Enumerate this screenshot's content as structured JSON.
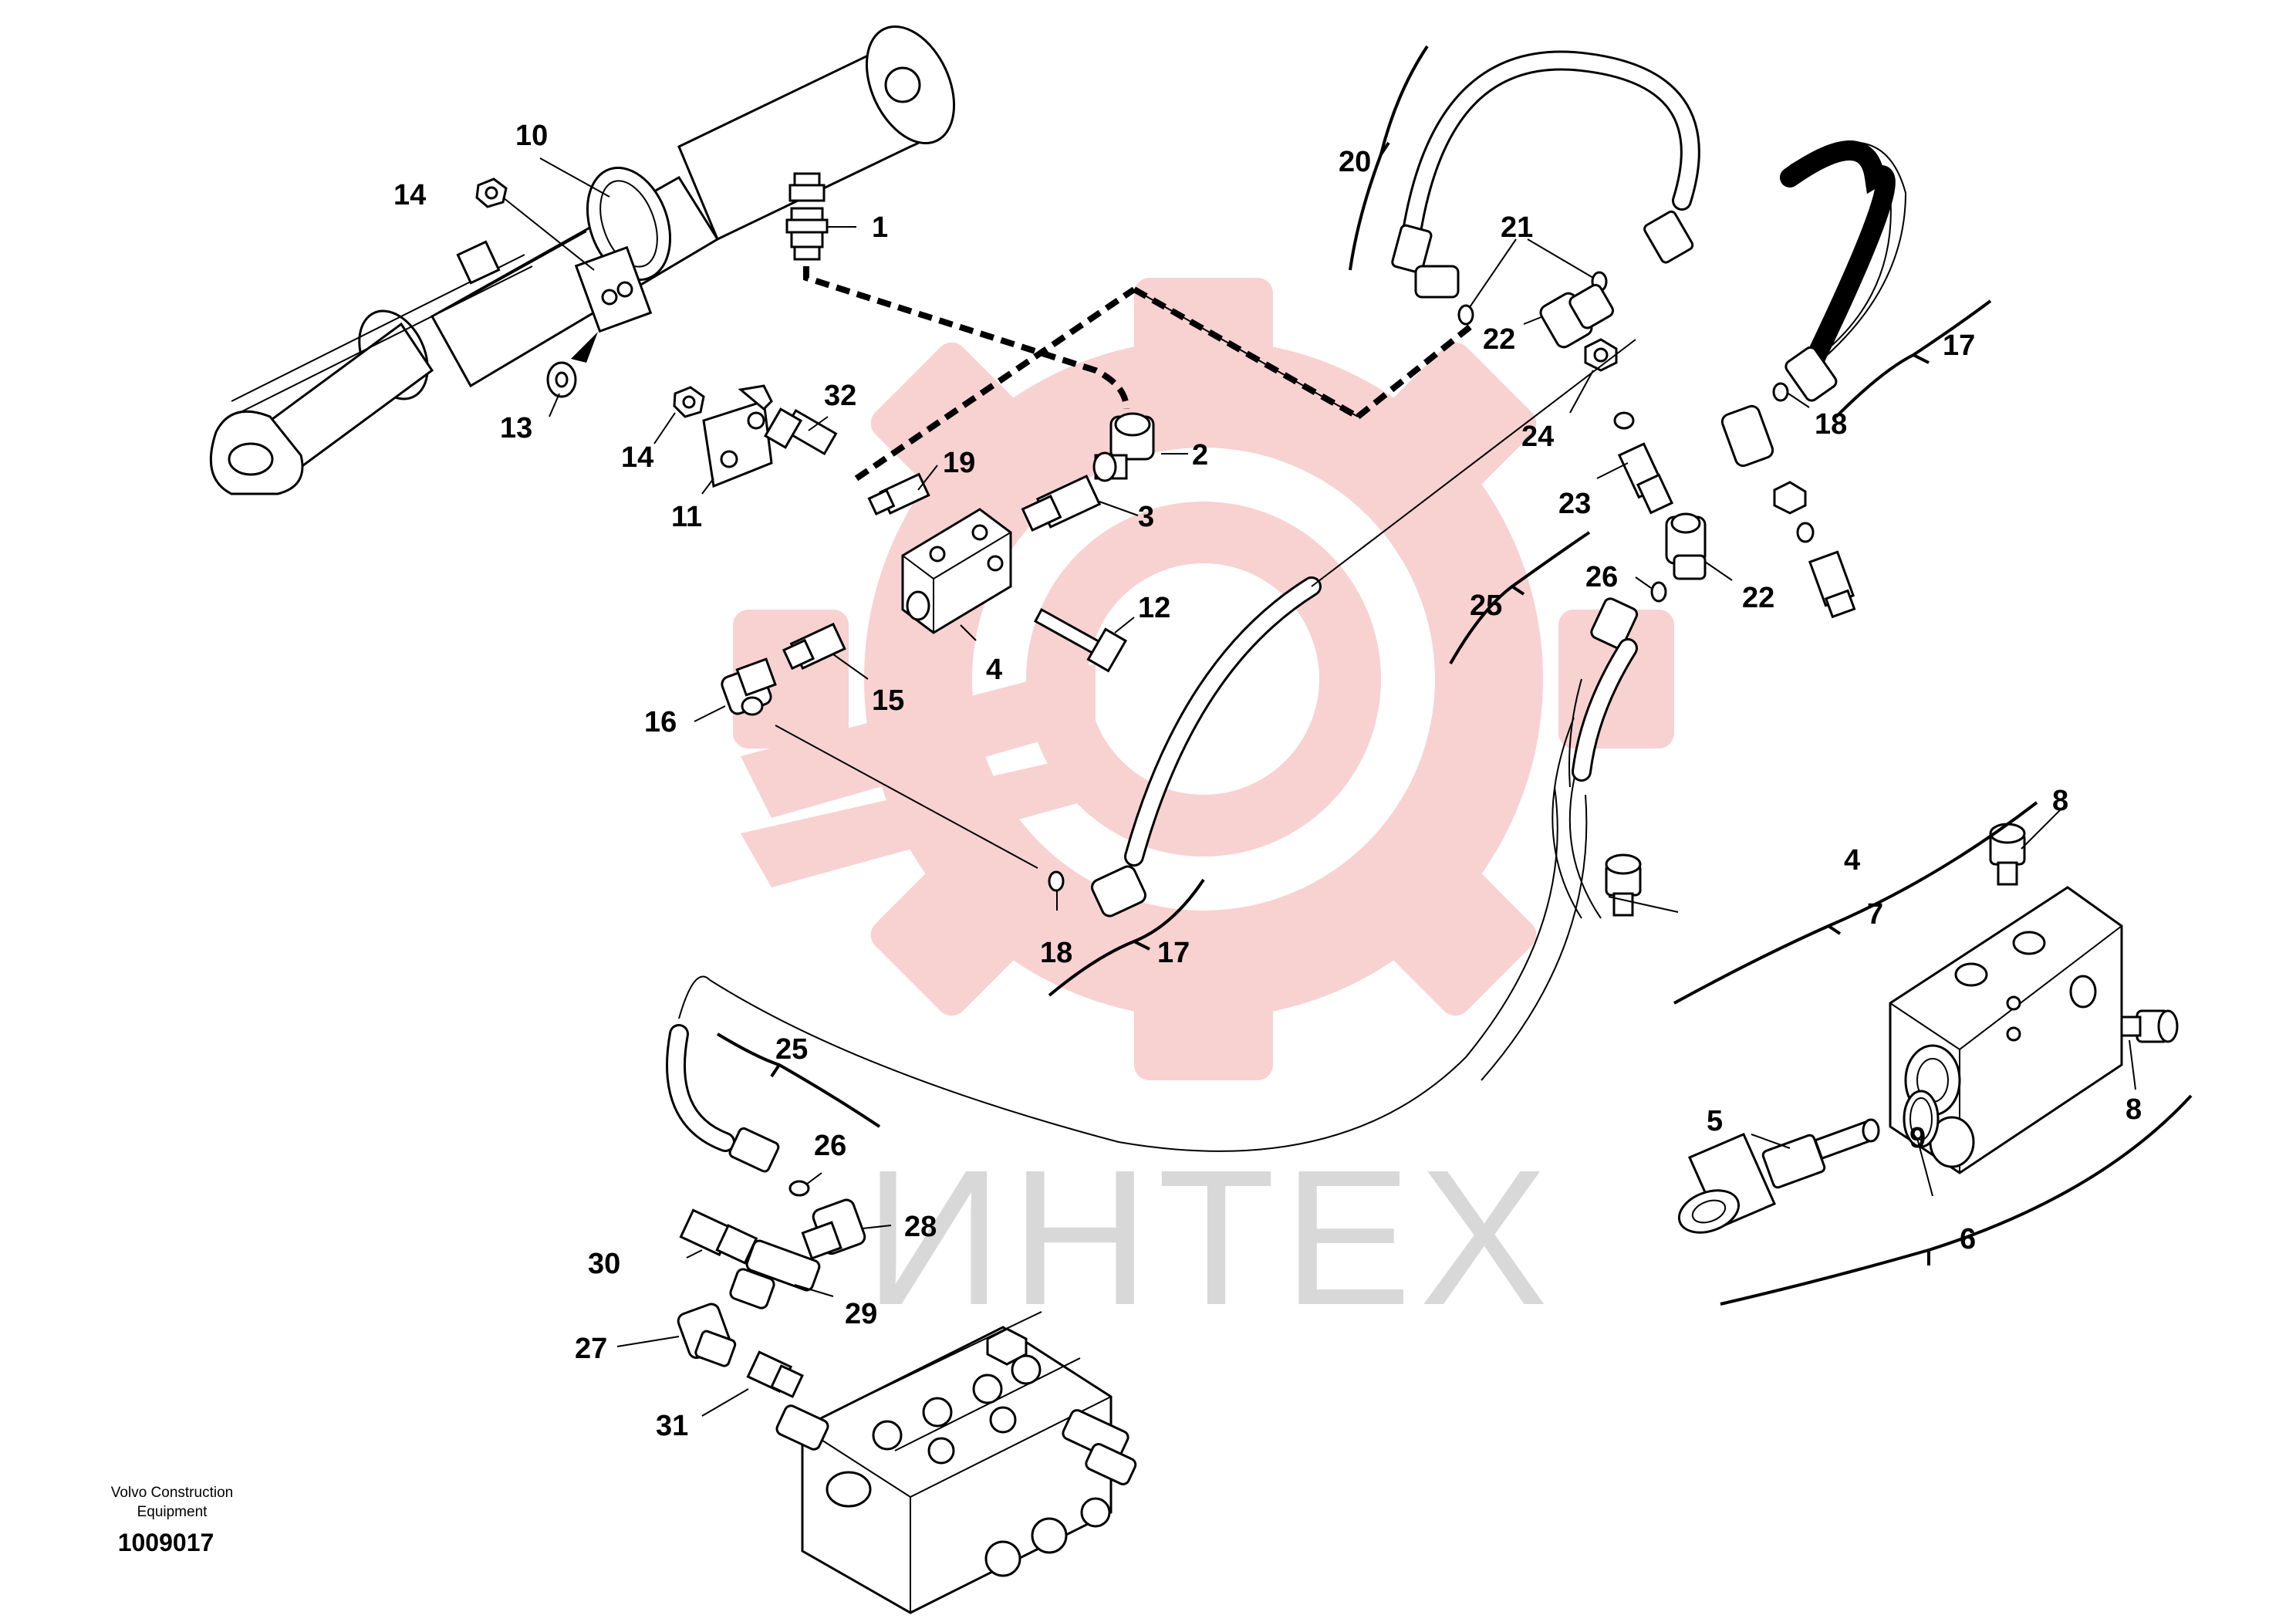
{
  "watermark": {
    "text": "ИНТЕХ",
    "gear_color": "#f7c9c9",
    "text_color": "#d8d8d8"
  },
  "callouts": [
    {
      "id": "c1",
      "text": "1"
    },
    {
      "id": "c2",
      "text": "2"
    },
    {
      "id": "c3",
      "text": "3"
    },
    {
      "id": "c4a",
      "text": "4"
    },
    {
      "id": "c4b",
      "text": "4"
    },
    {
      "id": "c5",
      "text": "5"
    },
    {
      "id": "c6",
      "text": "6"
    },
    {
      "id": "c7",
      "text": "7"
    },
    {
      "id": "c8a",
      "text": "8"
    },
    {
      "id": "c8b",
      "text": "8"
    },
    {
      "id": "c9",
      "text": "9"
    },
    {
      "id": "c10",
      "text": "10"
    },
    {
      "id": "c11",
      "text": "11"
    },
    {
      "id": "c12",
      "text": "12"
    },
    {
      "id": "c13",
      "text": "13"
    },
    {
      "id": "c14a",
      "text": "14"
    },
    {
      "id": "c14b",
      "text": "14"
    },
    {
      "id": "c15",
      "text": "15"
    },
    {
      "id": "c16",
      "text": "16"
    },
    {
      "id": "c17a",
      "text": "17"
    },
    {
      "id": "c17b",
      "text": "17"
    },
    {
      "id": "c18a",
      "text": "18"
    },
    {
      "id": "c18b",
      "text": "18"
    },
    {
      "id": "c19",
      "text": "19"
    },
    {
      "id": "c20",
      "text": "20"
    },
    {
      "id": "c21",
      "text": "21"
    },
    {
      "id": "c22a",
      "text": "22"
    },
    {
      "id": "c22b",
      "text": "22"
    },
    {
      "id": "c23",
      "text": "23"
    },
    {
      "id": "c24",
      "text": "24"
    },
    {
      "id": "c25a",
      "text": "25"
    },
    {
      "id": "c25b",
      "text": "25"
    },
    {
      "id": "c26a",
      "text": "26"
    },
    {
      "id": "c26b",
      "text": "26"
    },
    {
      "id": "c27",
      "text": "27"
    },
    {
      "id": "c28",
      "text": "28"
    },
    {
      "id": "c29",
      "text": "29"
    },
    {
      "id": "c30",
      "text": "30"
    },
    {
      "id": "c31",
      "text": "31"
    },
    {
      "id": "c32",
      "text": "32"
    }
  ],
  "footer": {
    "company_line1": "Volvo Construction",
    "company_line2": "Equipment",
    "drawing_number": "1009017"
  }
}
